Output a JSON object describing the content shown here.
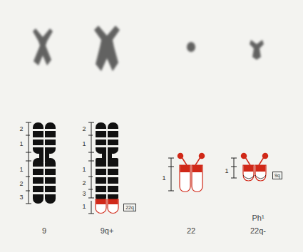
{
  "diagram": {
    "labels": [
      "2",
      "1",
      "1",
      "2",
      "3",
      "2",
      "1",
      "1",
      "2",
      "3",
      "1",
      "22q",
      "1",
      "1",
      "9q",
      "Ph¹",
      "9",
      "9q+",
      "22",
      "22q-"
    ]
  }
}
